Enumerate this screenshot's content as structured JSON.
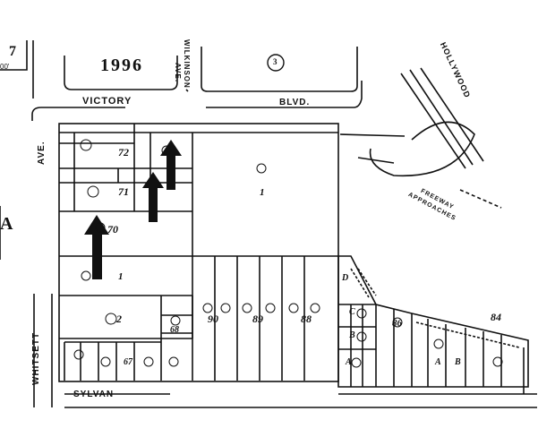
{
  "map": {
    "page_number": "7",
    "corner_number": "00'",
    "year": "1996",
    "route_number": "3",
    "streets": {
      "victory": "VICTORY",
      "blvd": "BLVD.",
      "wilkinson": "WILKINSON",
      "wilkinson_ave": "AVE.",
      "ave": "AVE.",
      "whitsett": "WHITSETT",
      "sylvan": "SYLVAN",
      "hollywood": "HOLLYWOOD",
      "freeway": "FREEWAY",
      "approaches": "APPROACHES"
    },
    "parcels": {
      "p72": "72",
      "p71": "71",
      "p70": "70",
      "p1a": "1",
      "p1b": "1",
      "p2": "2",
      "p68": "68",
      "p67": "67",
      "p90": "90",
      "p89": "89",
      "p88": "88",
      "p86": "86",
      "p84": "84",
      "pD": "D",
      "pC": "C",
      "pB1": "B",
      "pA1": "A",
      "pA2": "A",
      "pB2": "B"
    },
    "edge_letter": "A",
    "colors": {
      "ink": "#111111",
      "paper": "#ffffff"
    },
    "arrow_count": 3
  }
}
